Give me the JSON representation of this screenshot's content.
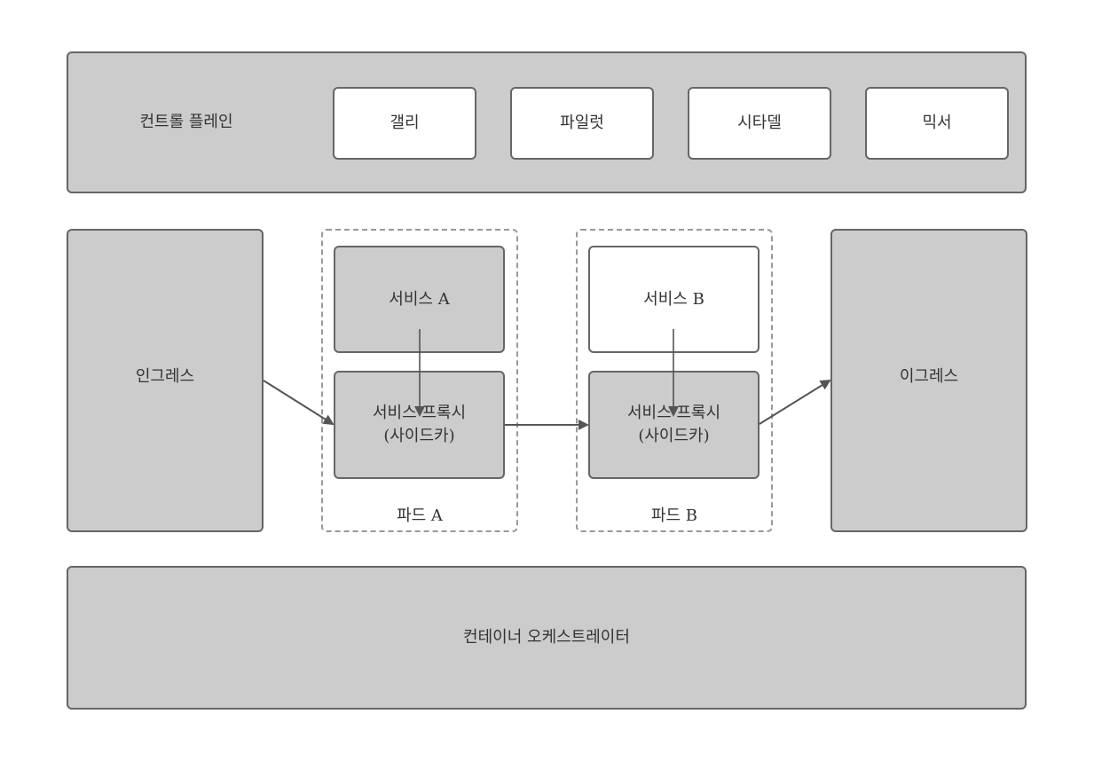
{
  "control_plane": {
    "label": "컨트롤 플레인",
    "components": [
      "갤리",
      "파일럿",
      "시타델",
      "믹서"
    ]
  },
  "ingress": {
    "label": "인그레스"
  },
  "egress": {
    "label": "이그레스"
  },
  "pod_a": {
    "label": "파드 A",
    "service": "서비스 A",
    "proxy_line1": "서비스 프록시",
    "proxy_line2": "(사이드카)"
  },
  "pod_b": {
    "label": "파드 B",
    "service": "서비스 B",
    "proxy_line1": "서비스 프록시",
    "proxy_line2": "(사이드카)"
  },
  "orchestrator": {
    "label": "컨테이너 오케스트레이터"
  },
  "colors": {
    "box_fill": "#cccccc",
    "box_border": "#666666",
    "dashed_border": "#999999",
    "arrow": "#555555",
    "highlight_fill": "#ffffff"
  }
}
